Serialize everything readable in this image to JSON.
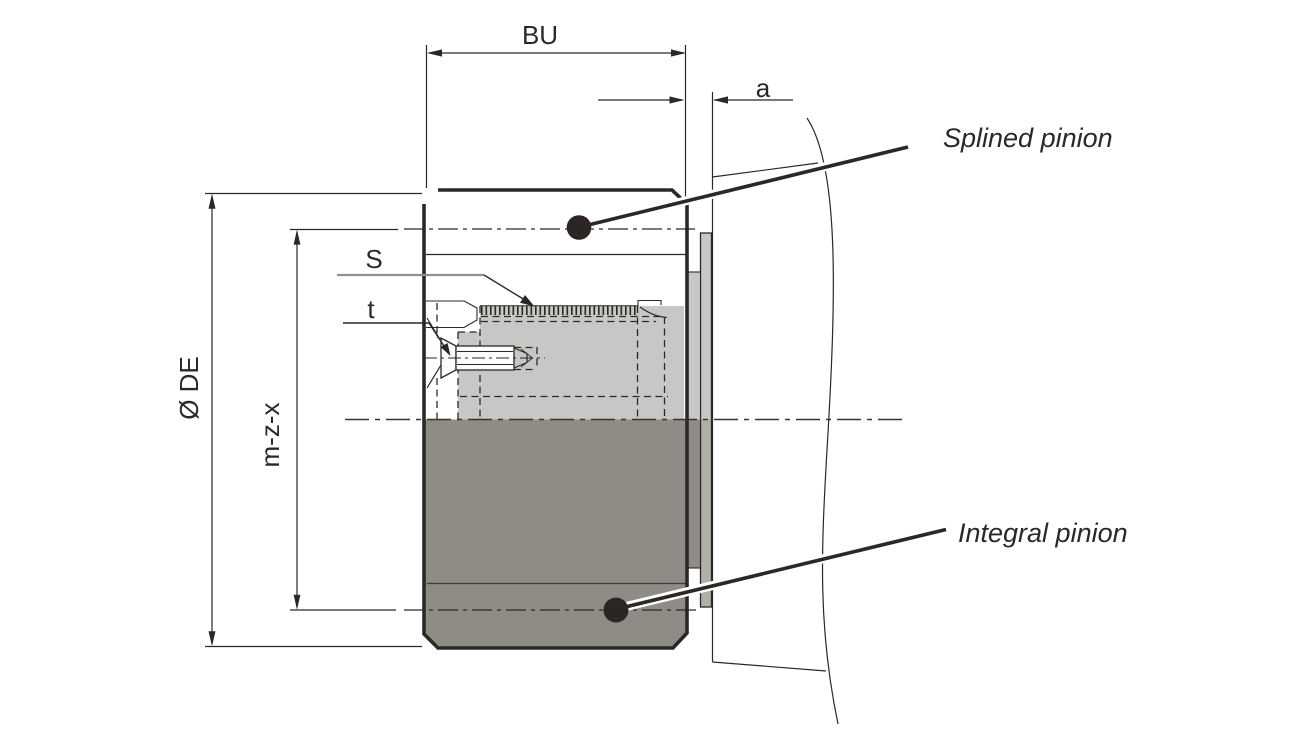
{
  "drawing": {
    "description": "Technical cross-section drawing of a pinion hub mounted at a machine wall, comparing a splined pinion (upper half, hidden lines) with an integral pinion (lower half, solid section)",
    "dimension_labels": {
      "width": "BU",
      "wall_offset": "a",
      "outer_diameter": "Ø DE",
      "pitch_diameter": "m-z-x",
      "spline": "S",
      "set_screw": "t"
    },
    "callouts": {
      "splined": "Splined pinion",
      "integral": "Integral pinion"
    },
    "colors": {
      "line": "#2b2926",
      "light_gray": "#c9c7c5",
      "dark_gray": "#8f8b85",
      "bar_lower_gray": "#b2aea8",
      "background": "#ffffff"
    }
  }
}
